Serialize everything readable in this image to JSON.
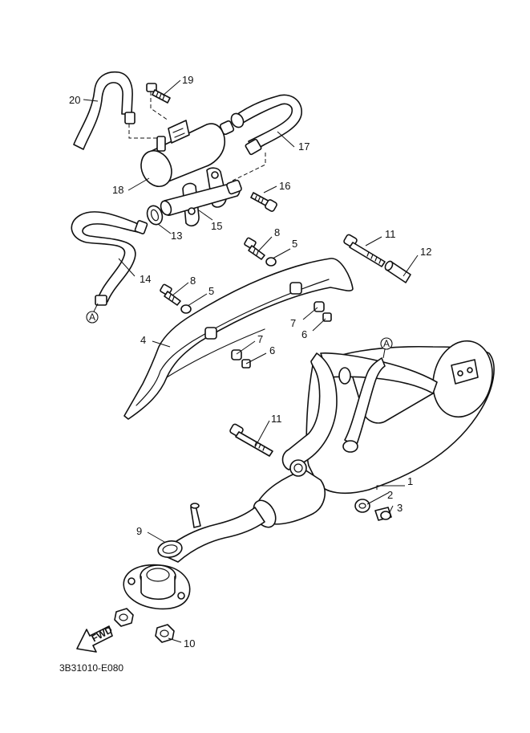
{
  "diagram_code": "3B31010-E080",
  "callouts": {
    "p1": "1",
    "p2": "2",
    "p3": "3",
    "p4": "4",
    "p5a": "5",
    "p5b": "5",
    "p6a": "6",
    "p6b": "6",
    "p7a": "7",
    "p7b": "7",
    "p8a": "8",
    "p8b": "8",
    "p9": "9",
    "p10": "10",
    "p11a": "11",
    "p11b": "11",
    "p12": "12",
    "p13": "13",
    "p14": "14",
    "p15": "15",
    "p16": "16",
    "p17": "17",
    "p18": "18",
    "p19": "19",
    "p20": "20"
  },
  "ref_marks": {
    "a1": "A",
    "a2": "A"
  },
  "fwd_label": "FWD"
}
